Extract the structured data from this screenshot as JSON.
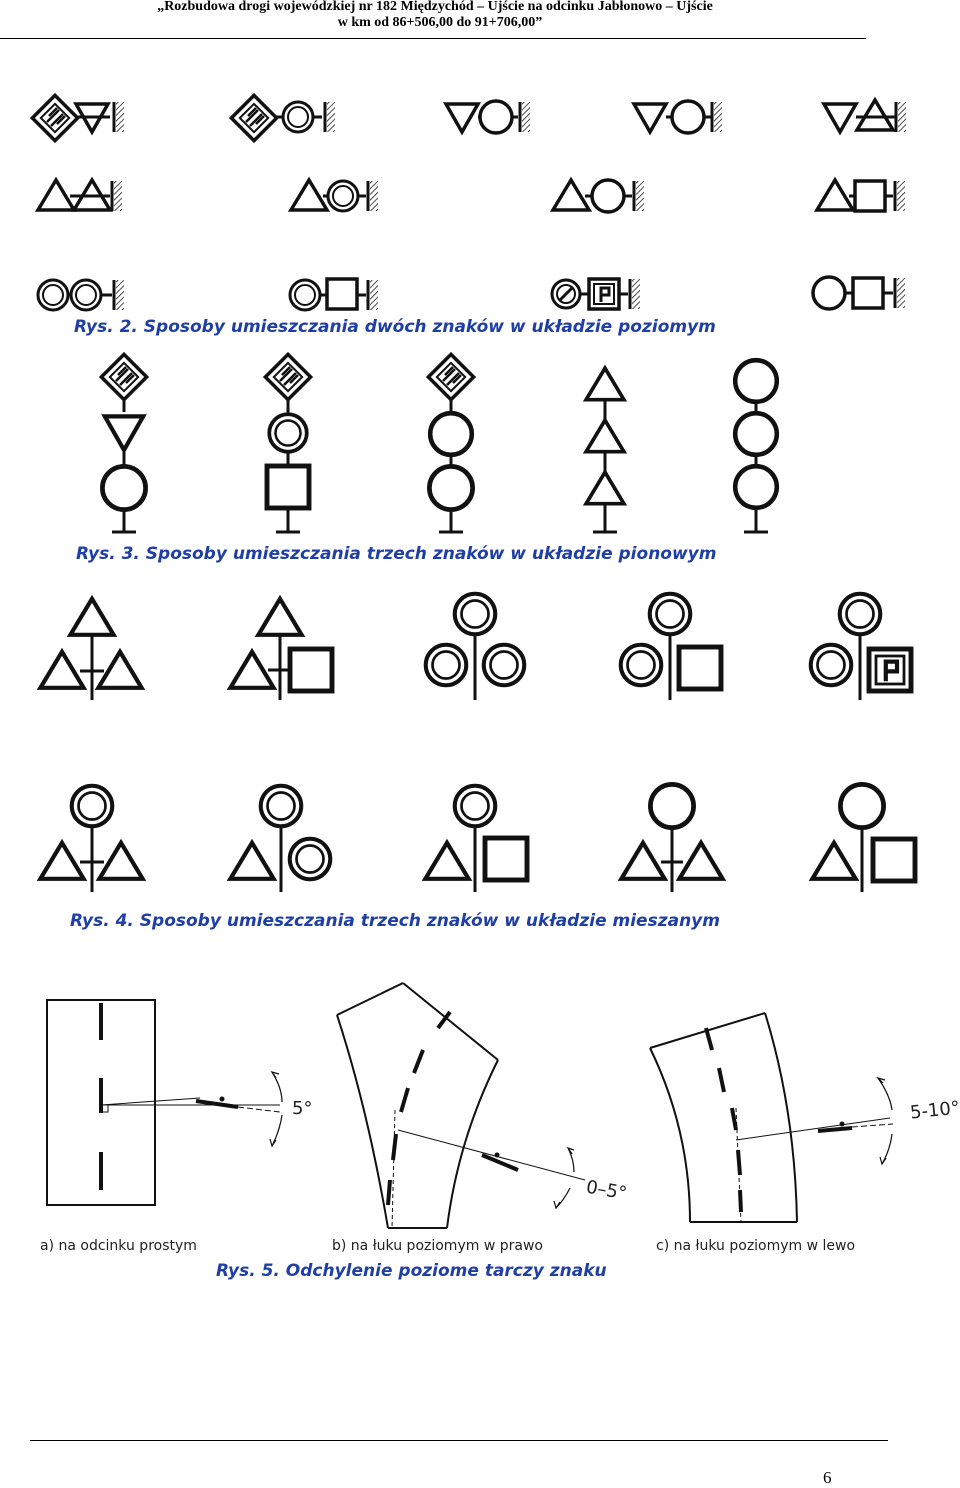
{
  "header": {
    "line1": "„Rozbudowa drogi wojewódzkiej nr 182 Międzychód – Ujście na odcinku Jabłonowo – Ujście",
    "line2": "w km od 86+506,00 do 91+706,00”"
  },
  "figures": {
    "rys2": {
      "caption": "Rys. 2. Sposoby umieszczania dwóch znaków w układzie poziomym"
    },
    "rys3": {
      "caption": "Rys. 3. Sposoby umieszczania trzech znaków w układzie pionowym"
    },
    "rys4": {
      "caption": "Rys. 4. Sposoby umieszczania trzech znaków w układzie mieszanym"
    },
    "rys5": {
      "caption": "Rys. 5. Odchylenie poziome tarczy znaku",
      "labels": {
        "a": "a) na odcinku prostym",
        "b": "b) na łuku poziomym w prawo",
        "c": "c) na łuku poziomym w lewo"
      },
      "angles": {
        "a": "5°",
        "b": "0–5°",
        "c": "5-10°"
      }
    }
  },
  "page": {
    "number": "6"
  },
  "colors": {
    "caption_blue": "#1f3fa6",
    "ink": "#111111"
  }
}
